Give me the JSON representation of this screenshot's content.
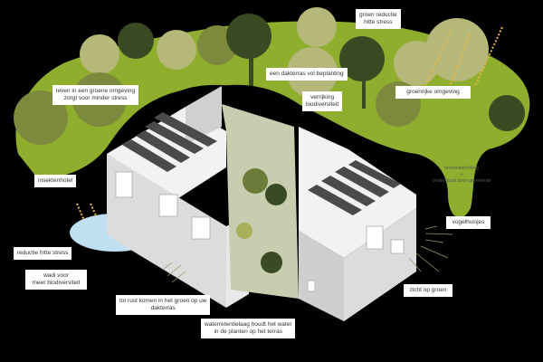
{
  "labels": {
    "green_heat": [
      "groen reductie",
      "hitte stress"
    ],
    "roof_terrace": "een dakterras vol beplanting",
    "green_living": [
      "leven in een groene omgeving",
      "zorgt voor minder stress"
    ],
    "biodiversity": [
      "verrijking",
      "biodiversiteit"
    ],
    "green_surroundings": "groenrijke omgeving",
    "insect_hotel": "insektenhotel",
    "heat_reduction": "reductie hitte stress",
    "wadi": [
      "wadi voor",
      "meer biodiversiteit"
    ],
    "rest": [
      "tot rust komen in het groen op uw",
      "dakterras"
    ],
    "water_retention": [
      "waterretentielaag houdt het water",
      "in de planten op het terras"
    ],
    "birdhouses": "vogelhuisjes",
    "green_view": "zicht op groen",
    "municipality": [
      "terreininrichting",
      "+",
      "onderhoud door gemeente"
    ]
  },
  "colors": {
    "background": "#000000",
    "lawn": "#8fae2e",
    "tree_light": "#b5b878",
    "tree_mid": "#7d8a3e",
    "tree_dark": "#3a4a22",
    "wall": "#e8e8e8",
    "solar": "#4a4a4a",
    "water": "#bfe0f0"
  }
}
